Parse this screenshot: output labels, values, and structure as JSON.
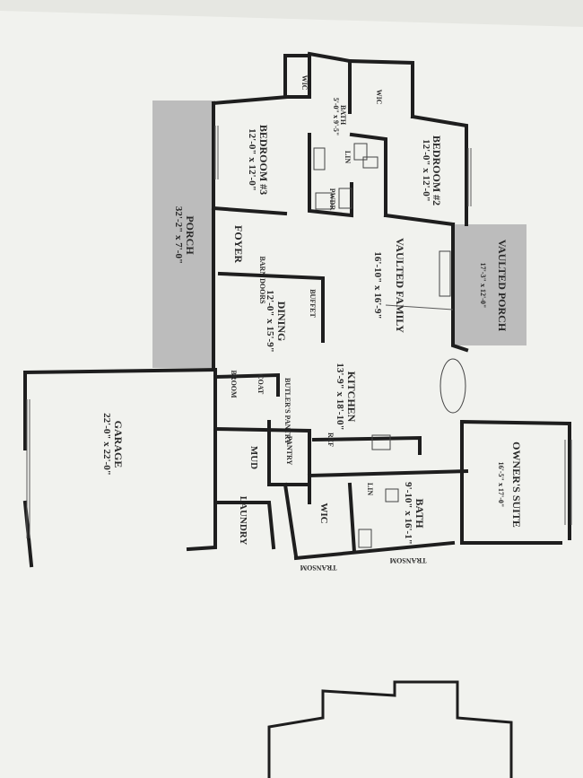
{
  "plan": {
    "rooms": {
      "wic_left": "WIC",
      "wic_right": "WIC",
      "bath_small": "BATH",
      "bath_small_dim": "5'-0\" x 9'-5\"",
      "lin_top": "LIN",
      "powder": "PWDR",
      "bedroom3": "BEDROOM #3",
      "bedroom3_dim": "12'-0\" x 12'-0\"",
      "bedroom2": "BEDROOM #2",
      "bedroom2_dim": "12'-0\" x 12'-0\"",
      "porch": "PORCH",
      "porch_dim": "32'-2\" x 7'-0\"",
      "foyer": "FOYER",
      "barn_doors": "BARN DOORS",
      "vaulted_family": "VAULTED FAMILY",
      "vaulted_family_dim": "16'-10\" x 16'-9\"",
      "vaulted_porch": "VAULTED PORCH",
      "vaulted_porch_dim": "17'-3\" x 12'-0\"",
      "dining": "DINING",
      "dining_dim": "12'-0\" x 15'-9\"",
      "buffet": "BUFFET",
      "broom": "BROOM",
      "coat": "COAT",
      "kitchen": "KITCHEN",
      "kitchen_dim": "13'-9\" x 18'-10\"",
      "butlers_pantry": "BUTLER'S PANTRY",
      "ref": "REF",
      "pantry": "PANTRY",
      "mud": "MUD",
      "garage": "GARAGE",
      "garage_dim": "22'-0\" x 22'-0\"",
      "laundry": "LAUNDRY",
      "wic_owner": "WIC",
      "lin_owner": "LIN",
      "bath_owner": "BATH",
      "bath_owner_dim": "9'-10\" x 16'-1\"",
      "owners_suite": "OWNER'S SUITE",
      "owners_suite_dim": "16'-5\" x 17'-0\"",
      "transom_1": "TRANSOM",
      "transom_2": "TRANSOM"
    },
    "colors": {
      "paper": "#f1f2ee",
      "wall": "#1e1e1e",
      "porch_fill": "#bcbcbc",
      "background": "#3a3a3a"
    }
  }
}
